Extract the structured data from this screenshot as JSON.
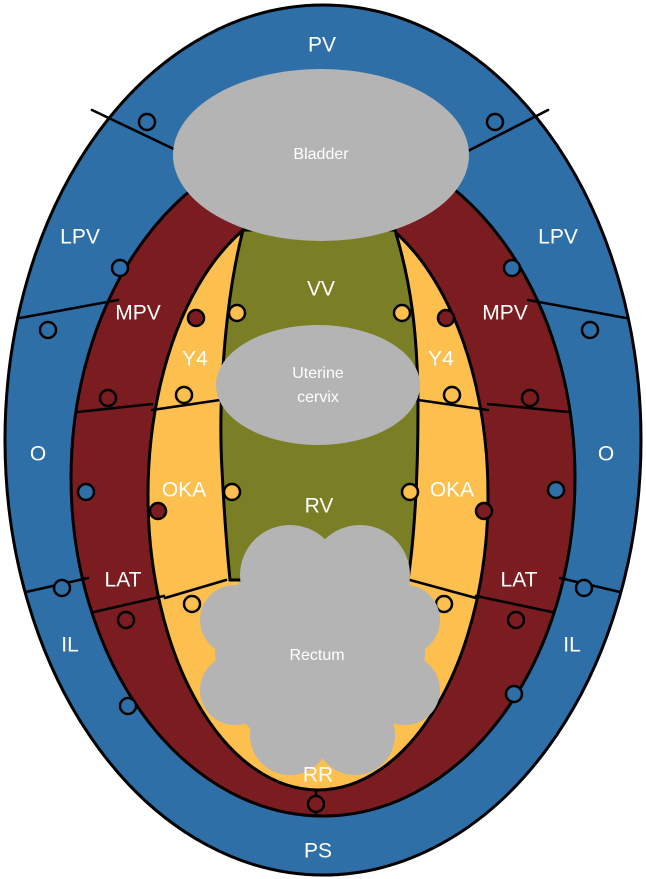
{
  "colors": {
    "outer": "#2F6FA8",
    "middle": "#7B1C20",
    "inner": "#FDBF4E",
    "core": "#7A7E25",
    "organ": "#B4B4B4",
    "text": "#FFFFFF"
  },
  "regions": {
    "pv": "PV",
    "lpv_left": "LPV",
    "lpv_right": "LPV",
    "mpv_left": "MPV",
    "mpv_right": "MPV",
    "vv": "VV",
    "y4_left": "Y4",
    "y4_right": "Y4",
    "o_left": "O",
    "o_right": "O",
    "oka_left": "OKA",
    "oka_right": "OKA",
    "rv": "RV",
    "lat_left": "LAT",
    "lat_right": "LAT",
    "il_left": "IL",
    "il_right": "IL",
    "rr": "RR",
    "ps": "PS"
  },
  "organs": {
    "bladder": "Bladder",
    "cervix_line1": "Uterine",
    "cervix_line2": "cervix",
    "rectum": "Rectum"
  }
}
